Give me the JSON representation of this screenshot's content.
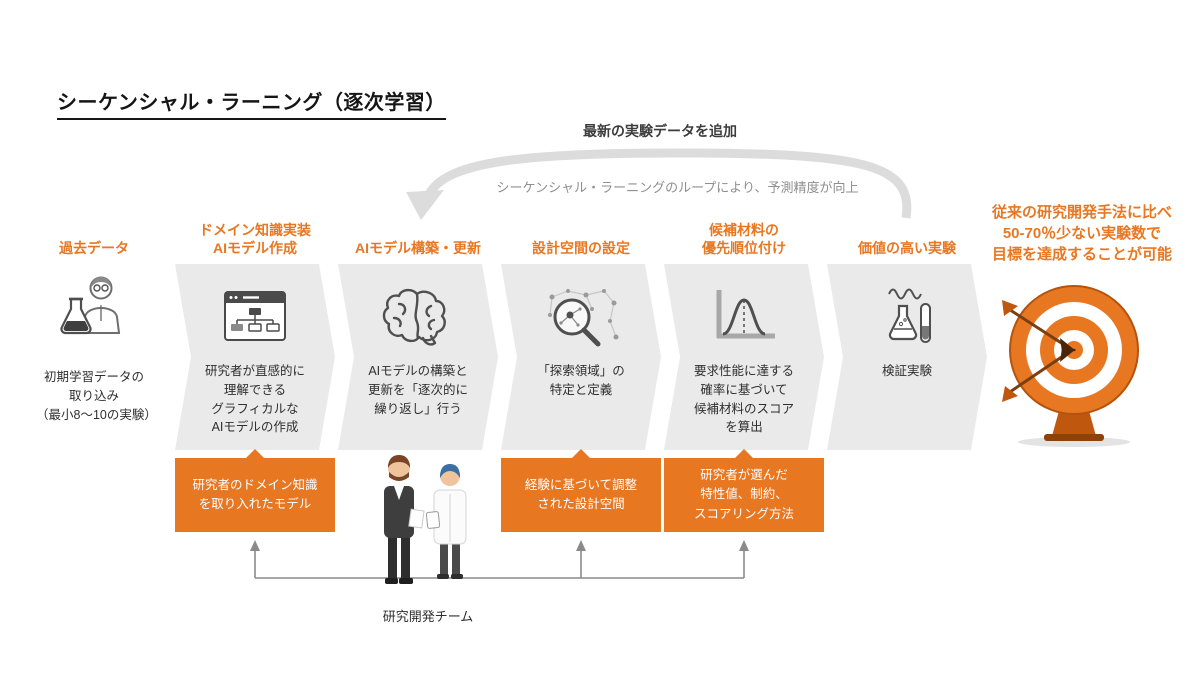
{
  "title": "シーケンシャル・ラーニング（逐次学習）",
  "loop": {
    "top_label": "最新の実験データを追加",
    "subtitle": "シーケンシャル・ラーニングのループにより、予測精度が向上"
  },
  "stages": [
    {
      "label": "過去データ",
      "icon": "scientist-flask-icon",
      "description": "初期学習データの\n取り込み\n（最小8〜10の実験）"
    },
    {
      "label": "ドメイン知識実装\nAIモデル作成",
      "icon": "graphical-ai-model-icon",
      "description": "研究者が直感的に\n理解できる\nグラフィカルな\nAIモデルの作成",
      "callout": "研究者のドメイン知識\nを取り入れたモデル"
    },
    {
      "label": "AIモデル構築・更新",
      "icon": "brain-icon",
      "description": "AIモデルの構築と\n更新を「逐次的に\n繰り返し」行う"
    },
    {
      "label": "設計空間の設定",
      "icon": "search-network-icon",
      "description": "「探索領域」の\n特定と定義",
      "callout": "経験に基づいて調整\nされた設計空間"
    },
    {
      "label": "候補材料の\n優先順位付け",
      "icon": "probability-chart-icon",
      "description": "要求性能に達する\n確率に基づいて\n候補材料のスコア\nを算出",
      "callout": "研究者が選んだ\n特性値、制約、\nスコアリング方法"
    },
    {
      "label": "価値の高い実験",
      "icon": "experiment-flasks-icon",
      "description": "検証実験"
    }
  ],
  "result": {
    "text": "従来の研究開発手法に比べ\n50-70％少ない実験数で\n目標を達成することが可能",
    "icon": "target-arrows-icon"
  },
  "team": {
    "label": "研究開発チーム",
    "icon": "scientists-illustration"
  },
  "colors": {
    "accent_orange": "#E87722",
    "box_gray": "#EAEAEA",
    "loop_arrow_gray": "#DCDCDC",
    "text_dark": "#333333",
    "text_gray": "#8F8F8F"
  }
}
